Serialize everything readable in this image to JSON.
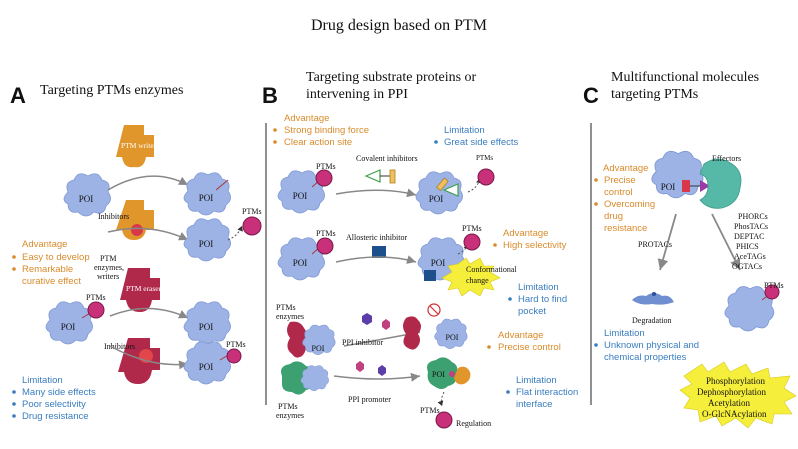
{
  "title": "Drug design based on PTM",
  "panels": {
    "A": {
      "letter": "A",
      "heading": "Targeting PTMs enzymes",
      "poi": "POI",
      "ptms": "PTMs",
      "ptm_writers": "PTM writers",
      "ptm_erasers": "PTM erasers",
      "inhibitors": "Inhibitors",
      "enzymes_label": [
        "PTM",
        "enzymes,",
        "writers"
      ],
      "advantage": {
        "title": "Advantage",
        "items": [
          "Easy to develop",
          "Remarkable",
          "curative effect"
        ]
      },
      "limitation": {
        "title": "Limitation",
        "items": [
          "Many side effects",
          "Poor selectivity",
          "Drug resistance"
        ]
      }
    },
    "B": {
      "letter": "B",
      "heading_lines": [
        "Targeting substrate proteins or",
        "intervening in PPI"
      ],
      "poi": "POI",
      "ptms": "PTMs",
      "advantage1": {
        "title": "Advantage",
        "items": [
          "Strong binding force",
          "Clear action site"
        ]
      },
      "limitation1": {
        "title": "Limitation",
        "items": [
          "Great side effects"
        ]
      },
      "covalent": "Covalent inhibitors",
      "allosteric": "Allosteric inhibitor",
      "conformational": [
        "Conformational",
        "change"
      ],
      "advantage2": {
        "title": "Advantage",
        "items": [
          "High selectivity"
        ]
      },
      "limitation2": {
        "title": "Limitation",
        "items": [
          "Hard to find",
          "pocket"
        ]
      },
      "ptms_enzymes": [
        "PTMs",
        "enzymes"
      ],
      "ppi_inhibitor": "PPI inhibitor",
      "ppi_promoter": "PPI promoter",
      "advantage3": {
        "title": "Advantage",
        "items": [
          "Precise control"
        ]
      },
      "limitation3": {
        "title": "Limitation",
        "items": [
          "Flat interaction",
          "interface"
        ]
      },
      "regulation": "Regulation"
    },
    "C": {
      "letter": "C",
      "heading_lines": [
        "Multifunctional molecules",
        "targeting PTMs"
      ],
      "poi": "POI",
      "ptms": "PTMs",
      "effectors": "Effectors",
      "advantage": {
        "title": "Advantage",
        "items": [
          "Precise",
          "control",
          "Overcoming",
          "drug",
          "resistance"
        ]
      },
      "protacs": "PROTACs",
      "chimeras": [
        "PHORCs",
        "PhosTACs",
        "DEPTAC",
        "PHICS",
        "AceTAGs",
        "OGTACs"
      ],
      "degradation": "Degradation",
      "limitation": {
        "title": "Limitation",
        "items": [
          "Unknown physical and",
          "chemical properties"
        ]
      },
      "modifications": [
        "Phosphorylation",
        "Dephosphorylation",
        "Acetylation",
        "O-GlcNAcylation"
      ]
    }
  },
  "colors": {
    "advantage": "#d98b2b",
    "limitation": "#3a7dbf",
    "poi": "#8fa8e0",
    "ptm_ball": "#c8307a",
    "writer": "#e0962a",
    "eraser": "#b0284a",
    "burst": "#f5ee3a"
  }
}
